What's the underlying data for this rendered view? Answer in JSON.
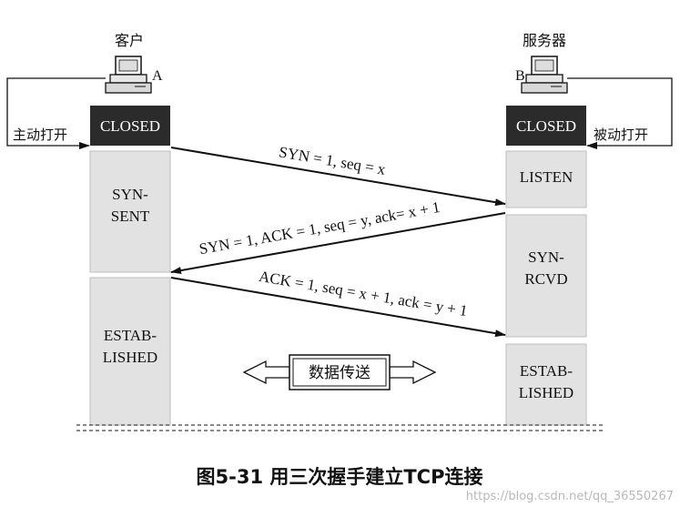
{
  "client": {
    "label": "客户",
    "host": "A",
    "open_type": "主动打开",
    "initial_state": "CLOSED",
    "states": [
      "SYN-\nSENT",
      "ESTAB-\nLISHED"
    ]
  },
  "server": {
    "label": "服务器",
    "host": "B",
    "open_type": "被动打开",
    "initial_state": "CLOSED",
    "states": [
      "LISTEN",
      "SYN-\nRCVD",
      "ESTAB-\nLISHED"
    ]
  },
  "messages": [
    {
      "text": "SYN = 1, seq = x",
      "direction": "A-to-B"
    },
    {
      "text": "SYN = 1, ACK = 1, seq = y, ack= x + 1",
      "direction": "B-to-A"
    },
    {
      "text": "ACK = 1, seq = x + 1, ack = y + 1",
      "direction": "A-to-B"
    }
  ],
  "data_transfer_label": "数据传送",
  "caption": "图5-31 用三次握手建立TCP连接",
  "watermark": "https://blog.csdn.net/qq_36550267",
  "colors": {
    "closed_box": "#2b2b2b",
    "state_box": "#e2e2e2",
    "text": "#111111",
    "watermark": "#bbbbbb"
  }
}
